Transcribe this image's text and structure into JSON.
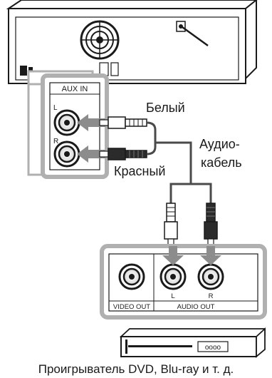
{
  "unit_panel": {
    "jack_group_title": "AUX IN",
    "jack_left": "L",
    "jack_right": "R"
  },
  "cable_labels": {
    "white": "Белый",
    "red": "Красный",
    "cable_line1": "Аудио-",
    "cable_line2": "кабель"
  },
  "source_panel": {
    "video_out": "VIDEO OUT",
    "audio_out": "AUDIO OUT",
    "jack_left": "L",
    "jack_right": "R"
  },
  "player": {
    "display": "oooo"
  },
  "caption": "Проигрыватель DVD, Blu-ray и т. д."
}
